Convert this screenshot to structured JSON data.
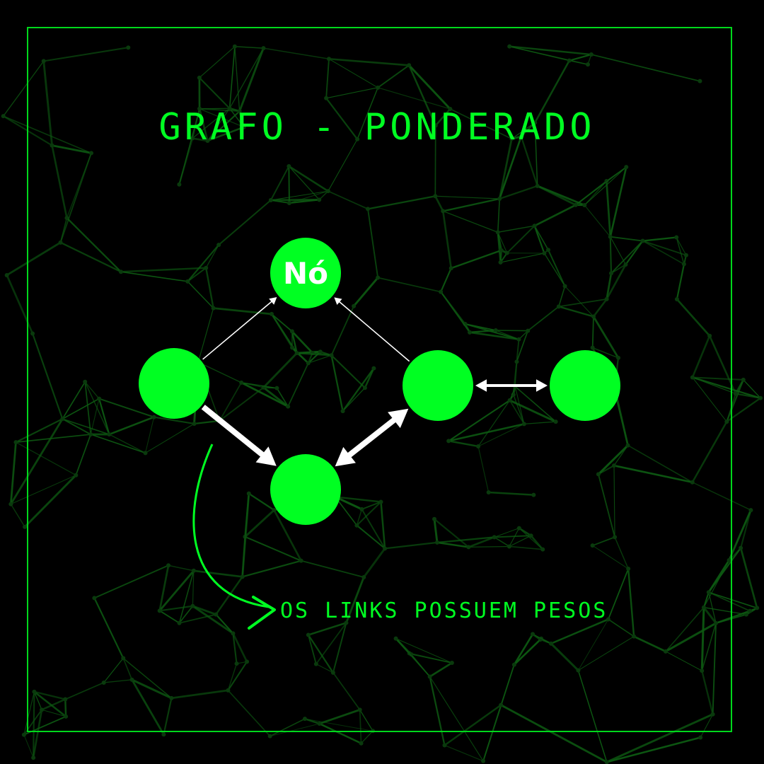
{
  "title": "GRAFO - PONDERADO",
  "caption": "OS LINKS POSSUEM PESOS",
  "nodes": [
    {
      "id": "top",
      "label": "Nó"
    },
    {
      "id": "left",
      "label": ""
    },
    {
      "id": "right",
      "label": ""
    },
    {
      "id": "far-right",
      "label": ""
    },
    {
      "id": "bottom",
      "label": ""
    }
  ],
  "edges": [
    {
      "from": "left",
      "to": "top",
      "direction": "to",
      "weight": "thin"
    },
    {
      "from": "right",
      "to": "top",
      "direction": "to",
      "weight": "thin"
    },
    {
      "from": "right",
      "to": "far-right",
      "direction": "both",
      "weight": "medium"
    },
    {
      "from": "left",
      "to": "bottom",
      "direction": "to",
      "weight": "thick"
    },
    {
      "from": "bottom",
      "to": "right",
      "direction": "both",
      "weight": "thick"
    }
  ],
  "colors": {
    "background": "#000000",
    "accent": "#00ff22",
    "node_fill": "#00ff22",
    "edge": "#ffffff",
    "frame": "#00d81c",
    "mesh": "#0d5a12"
  }
}
